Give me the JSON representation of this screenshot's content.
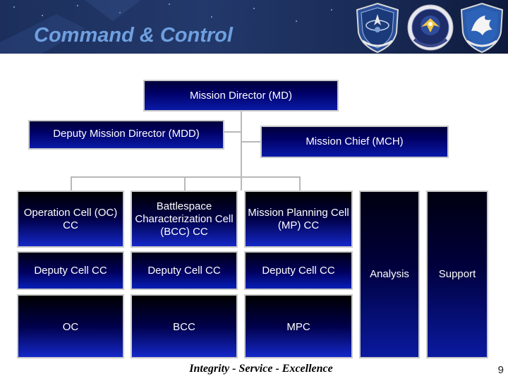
{
  "slide": {
    "title": "Command & Control",
    "footer": "Integrity - Service - Excellence",
    "page_number": "9"
  },
  "emblems": [
    "space-command-seal-icon",
    "intelligence-wing-seal-icon",
    "air-force-seal-icon"
  ],
  "org_chart": {
    "mission_director": "Mission Director (MD)",
    "deputy_mission_director": "Deputy Mission Director (MDD)",
    "mission_chief": "Mission Chief (MCH)",
    "cells": {
      "oc": "Operation Cell (OC) CC",
      "bcc": "Battlespace Characterization Cell (BCC) CC",
      "mp": "Mission Planning Cell (MP) CC"
    },
    "deputies": {
      "oc": "Deputy Cell CC",
      "bcc": "Deputy Cell CC",
      "mp": "Deputy Cell CC"
    },
    "teams": {
      "oc": "OC",
      "bcc": "BCC",
      "mpc": "MPC"
    },
    "analysis": "Analysis",
    "support": "Support"
  },
  "colors": {
    "title": "#6fa0e0",
    "box_dark": "#000040",
    "box_light": "#1428c8",
    "connector": "#b8b8b8"
  }
}
